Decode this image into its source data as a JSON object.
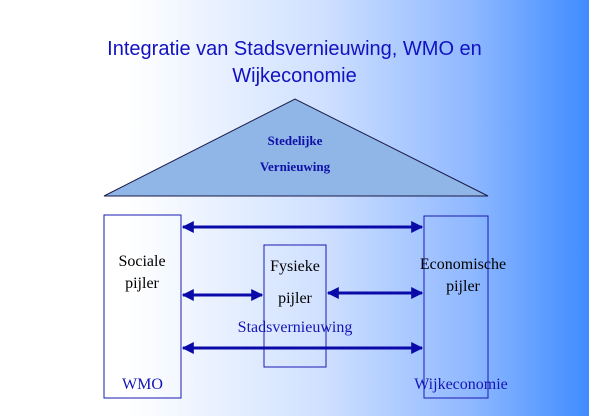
{
  "title": {
    "line1": "Integratie van Stadsvernieuwing, WMO en",
    "line2": "Wijkeconomie"
  },
  "roof": {
    "line1": "Stedelijke",
    "line2": "Vernieuwing",
    "fill": "#8fb6e6",
    "stroke": "#1a1a4a"
  },
  "pillars": {
    "social": {
      "line1": "Sociale",
      "line2": "pijler",
      "footer": "WMO"
    },
    "physical": {
      "line1": "Fysieke",
      "line2": "pijler",
      "caption": "Stadsvernieuwing"
    },
    "economic": {
      "line1": "Economische",
      "line2": "pijler",
      "footer": "Wijkeconomie"
    }
  },
  "colors": {
    "title": "#1212c0",
    "box_stroke": "#1a1ab0",
    "arrow": "#0a0aa8",
    "label_blue": "#1515b5"
  }
}
